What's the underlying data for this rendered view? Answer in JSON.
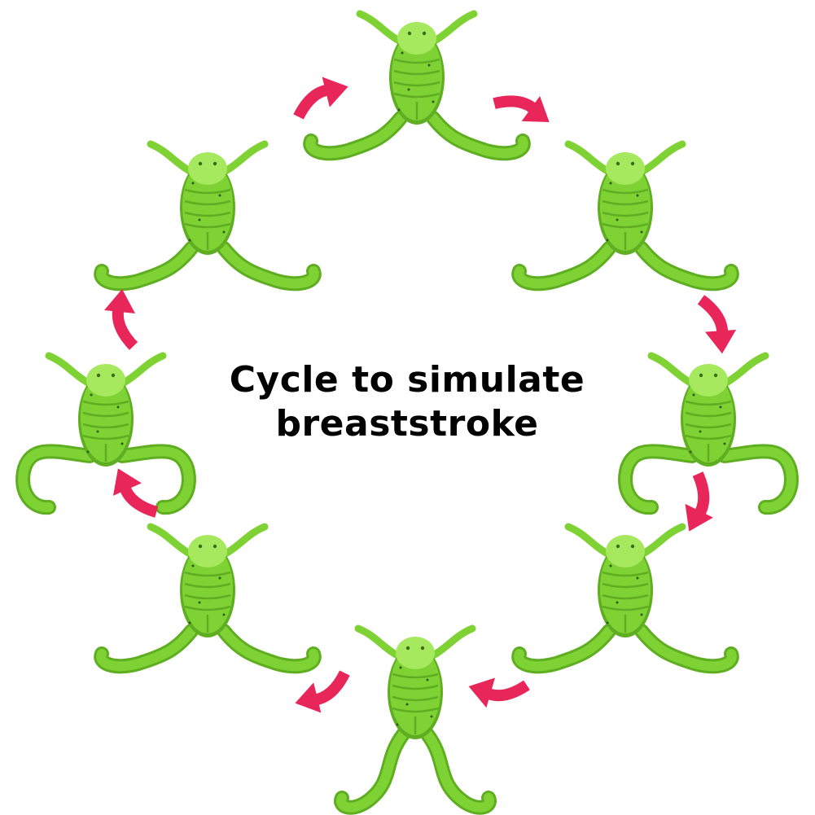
{
  "caption": {
    "line1": "Cycle to simulate",
    "line2": "breaststroke"
  },
  "colors": {
    "frog_body": "#7fd234",
    "frog_shade": "#5fae22",
    "frog_highlight": "#a6e85e",
    "arrow": "#e8265a",
    "background": "#ffffff",
    "text": "#000000"
  },
  "frames": [
    {
      "pose": "legs-extended"
    },
    {
      "pose": "legs-extended"
    },
    {
      "pose": "legs-curled"
    },
    {
      "pose": "legs-extended"
    },
    {
      "pose": "legs-tucked"
    },
    {
      "pose": "legs-extended"
    },
    {
      "pose": "legs-curled"
    },
    {
      "pose": "legs-extended"
    }
  ],
  "arrows": [
    {
      "icon": "curved-arrow-icon"
    },
    {
      "icon": "curved-arrow-icon"
    },
    {
      "icon": "curved-arrow-icon"
    },
    {
      "icon": "curved-arrow-icon"
    },
    {
      "icon": "curved-arrow-icon"
    },
    {
      "icon": "curved-arrow-icon"
    },
    {
      "icon": "curved-arrow-icon"
    },
    {
      "icon": "curved-arrow-icon"
    }
  ]
}
